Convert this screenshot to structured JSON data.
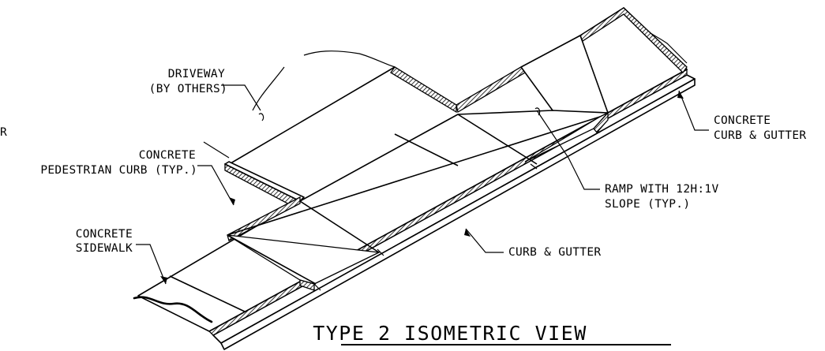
{
  "title": "TYPE 2 ISOMETRIC VIEW",
  "labels": {
    "driveway_line1": "DRIVEWAY",
    "driveway_line2": "(BY OTHERS)",
    "ped_curb_line1": "CONCRETE",
    "ped_curb_line2": "PEDESTRIAN CURB (TYP.)",
    "sidewalk_line1": "CONCRETE",
    "sidewalk_line2": "SIDEWALK",
    "curb_gutter_right_line1": "CONCRETE",
    "curb_gutter_right_line2": "CURB & GUTTER",
    "ramp_line1": "RAMP WITH 12H:1V",
    "ramp_line2": "SLOPE (TYP.)",
    "curb_gutter_bottom": "CURB & GUTTER",
    "edge_fragment": "R"
  },
  "colors": {
    "ink": "#000000",
    "paper": "#ffffff"
  }
}
